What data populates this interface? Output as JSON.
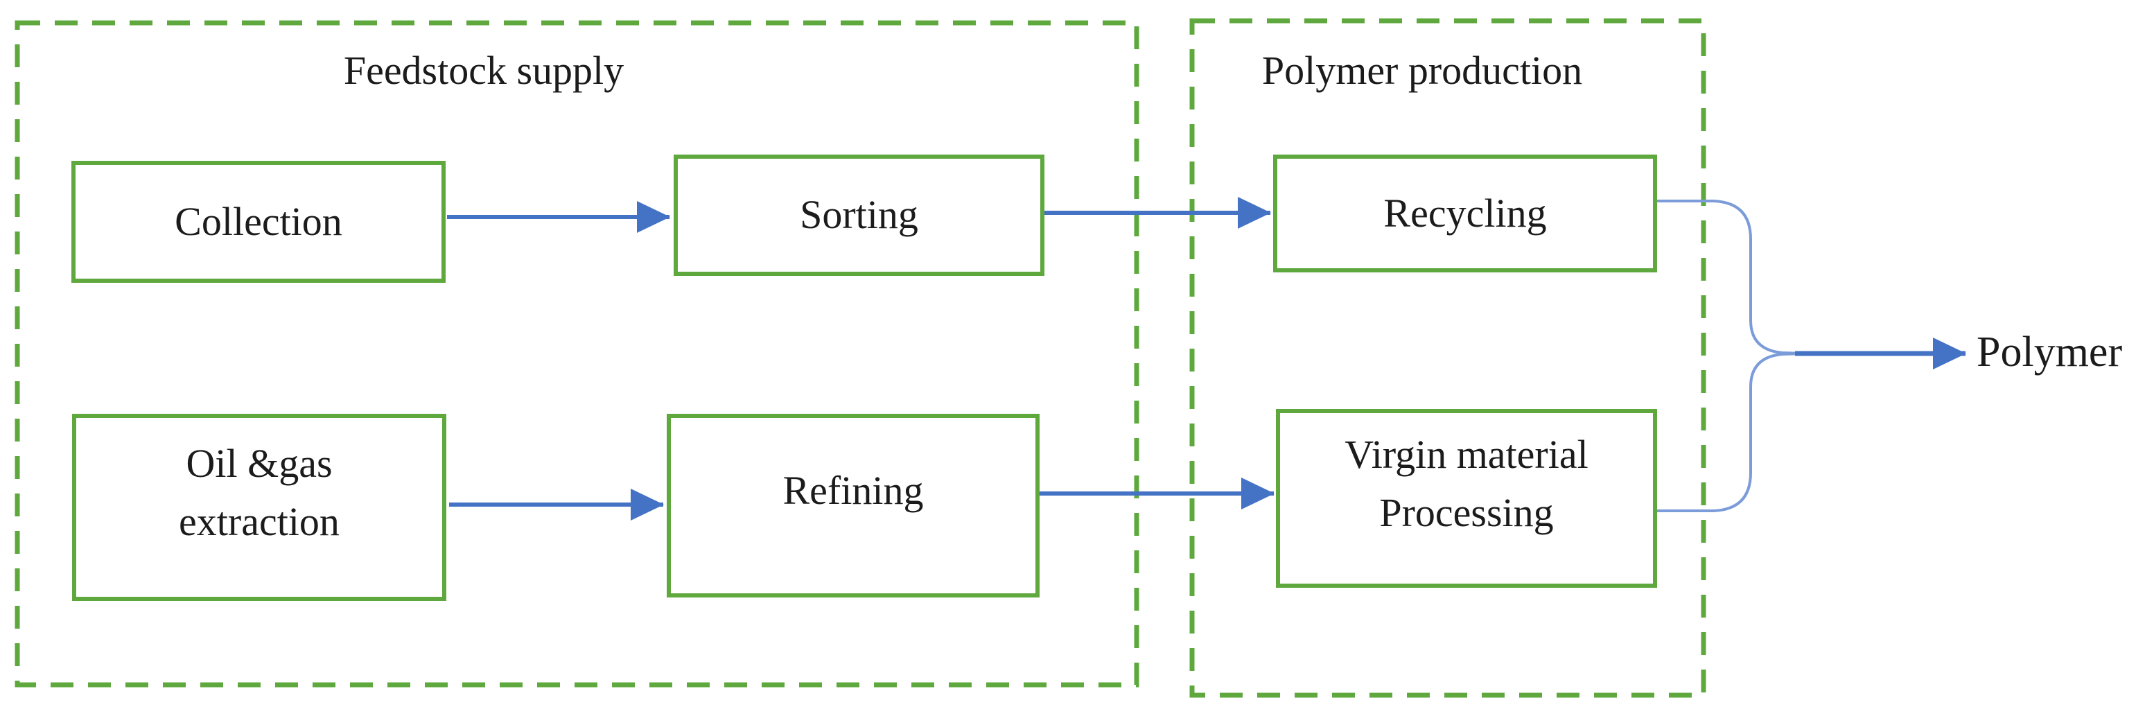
{
  "diagram": {
    "groups": [
      {
        "title": "Feedstock supply"
      },
      {
        "title": "Polymer production"
      }
    ],
    "nodes": {
      "collection": {
        "label": "Collection"
      },
      "sorting": {
        "label": "Sorting"
      },
      "recycling": {
        "label": "Recycling"
      },
      "oil_gas": {
        "label": "Oil &gas\nextraction"
      },
      "refining": {
        "label": "Refining"
      },
      "virgin": {
        "label": "Virgin material\nProcessing"
      }
    },
    "output_label": "Polymer",
    "colors": {
      "green": "#5ea83e",
      "blue": "#4472c4",
      "blue_light": "#7b9bd9",
      "ink": "#1b1b1b"
    }
  }
}
